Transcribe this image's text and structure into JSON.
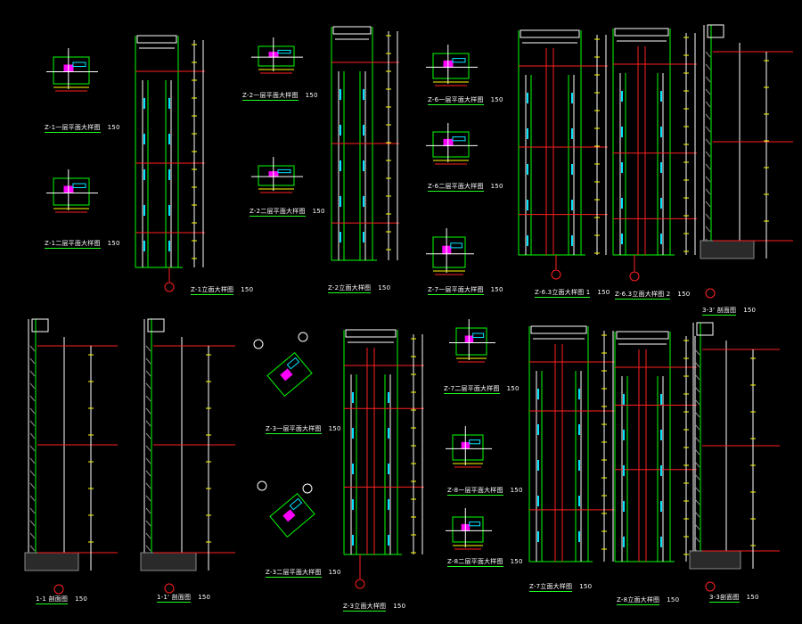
{
  "colors": {
    "background": "#000000",
    "green": "#00ff00",
    "white": "#ffffff",
    "red": "#ff2020",
    "cyan": "#00e5ff",
    "yellow": "#ffff00",
    "magenta": "#ff00ff",
    "gray": "#8a8a8a"
  },
  "scale_text": "150",
  "labels": {
    "z1_plan": "Z-1一层平面大样图",
    "z1b_plan": "Z-1二层平面大样图",
    "z1_elev": "Z-1立面大样图",
    "z2_plan": "Z-2一层平面大样图",
    "z2b_plan": "Z-2二层平面大样图",
    "z2_elev": "Z-2立面大样图",
    "z6_plan": "Z-6一层平面大样图",
    "z6b_plan": "Z-6二层平面大样图",
    "z7_plan": "Z-7一层平面大样图",
    "z63_elev_1": "Z-6.3立面大样图 1",
    "z63_elev_2": "Z-6.3立面大样图 2",
    "sec_33_top": "3-3' 剖面图",
    "sec_11": "1-1 剖面图",
    "sec_11p": "1-1' 剖面图",
    "z3_plan": "Z-3一层平面大样图",
    "z3b_plan": "Z-3二层平面大样图",
    "z3_elev": "Z-3立面大样图",
    "z7b_plan": "Z-7二层平面大样图",
    "z8_plan": "Z-8一层平面大样图",
    "z8b_plan": "Z-8二层平面大样图",
    "z7_elev": "Z-7立面大样图",
    "z8_elev": "Z-8立面大样图",
    "sec_33_bot": "3-3剖面图"
  }
}
